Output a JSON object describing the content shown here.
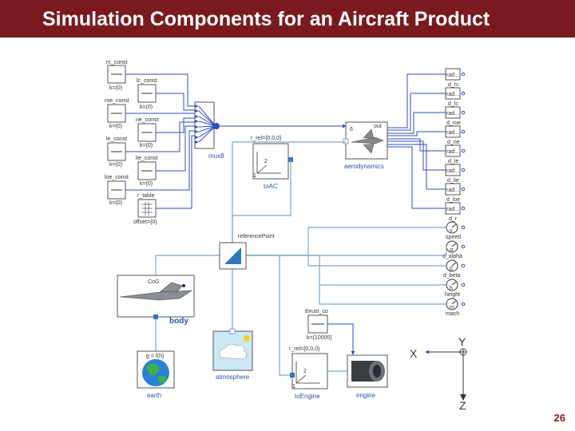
{
  "title": "Simulation Components for an Aircraft Product",
  "slide_number": "26",
  "const_blocks": [
    {
      "name": "rc_const",
      "param": "k=(0)"
    },
    {
      "name": "lc_const",
      "param": "k=(0)"
    },
    {
      "name": "roe_const",
      "param": "k=(0)"
    },
    {
      "name": "rie_const",
      "param": "k=(0)"
    },
    {
      "name": "le_const",
      "param": "k=(0)"
    },
    {
      "name": "lie_const",
      "param": "k=(0)"
    },
    {
      "name": "loe_const",
      "param": "k=(0)"
    }
  ],
  "table": {
    "name": "r_table",
    "param": "offset={0}"
  },
  "mux": {
    "name": "mux8"
  },
  "toac": {
    "param": "r_rel={0,0,0}",
    "name": "toAC"
  },
  "aero": {
    "name": "aerodynamics",
    "port_in": "6",
    "port_out": "out"
  },
  "outputs": [
    {
      "block": "rad...",
      "label": "d_rc"
    },
    {
      "block": "rad...",
      "label": "d_lc"
    },
    {
      "block": "rad...",
      "label": "d_roe"
    },
    {
      "block": "rad...",
      "label": "d_rie"
    },
    {
      "block": "rad...",
      "label": "d_le"
    },
    {
      "block": "rad...",
      "label": "d_lie"
    },
    {
      "block": "rad...",
      "label": "d_loe"
    },
    {
      "block": "rad...",
      "label": "d_r"
    }
  ],
  "sensors": [
    {
      "label": "speed",
      "letter": "v"
    },
    {
      "label": "d_alpha",
      "letter": "α"
    },
    {
      "label": "d_beta",
      "letter": "β"
    },
    {
      "label": "height",
      "letter": "h"
    },
    {
      "label": "mach",
      "letter": "m"
    }
  ],
  "reference_point": {
    "name": "referencePoint"
  },
  "body": {
    "top": "CoG",
    "name": "body"
  },
  "earth": {
    "param": "g = f(h)",
    "name": "earth"
  },
  "atmosphere": {
    "name": "atmosphere"
  },
  "thrust": {
    "name": "thrust_co",
    "param": "k={10000}"
  },
  "toengine": {
    "param": "r_rel={0,0,0}",
    "name": "toEngine"
  },
  "engine": {
    "name": "engine"
  },
  "frame_axes": {
    "x": "X",
    "y": "Y",
    "z": "Z"
  },
  "frame_axis_ticks": {
    "one": "1",
    "two": "2"
  },
  "colors": {
    "title_bg": "#7a1a1f",
    "signal": "#2b4fc0",
    "frame": "#7aa8cc",
    "label": "#2a56a0"
  }
}
